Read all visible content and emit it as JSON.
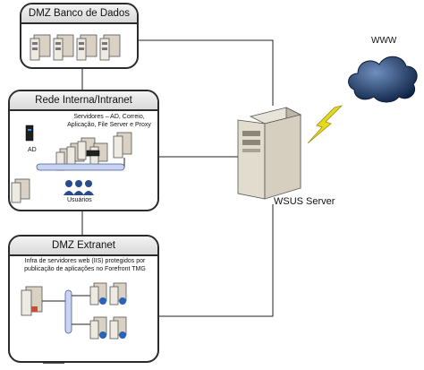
{
  "zones": {
    "database": {
      "title": "DMZ Banco de Dados"
    },
    "intranet": {
      "title": "Rede Interna/Intranet",
      "servers_description": "Servidores – AD, Correio, Aplicação, File Server e Proxy",
      "ad_label": "AD",
      "users_label": "Usuários"
    },
    "extranet": {
      "title": "DMZ Extranet",
      "description": "Infra de servidores web (IIS) protegidos por publicação de aplicações no Forefront TMG"
    }
  },
  "wsus": {
    "label": "WSUS Server"
  },
  "internet": {
    "label": "WWW"
  },
  "colors": {
    "line": "#222222",
    "cloud": "#1b3d6b",
    "lightning": "#e8d81c",
    "server": "#d9d2c4",
    "globe": "#2a63b8"
  }
}
